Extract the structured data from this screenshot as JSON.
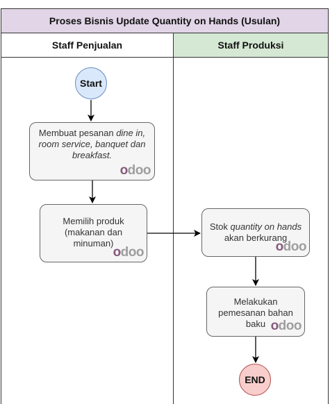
{
  "title": "Proses Bisnis Update Quantity on Hands (Usulan)",
  "lanes": {
    "left": "Staff Penjualan",
    "right": "Staff Produksi"
  },
  "nodes": {
    "start": "Start",
    "end": "END",
    "p1": {
      "line1_a": "Membuat pesanan ",
      "line1_b": "dine in,",
      "line2": "room service, banquet dan",
      "line3": "breakfast."
    },
    "p2": {
      "line1": "Memilih produk",
      "line2": "(makanan dan",
      "line3": "minuman)"
    },
    "p3": {
      "line1_a": "Stok ",
      "line1_b": "quantity on hands",
      "line2": "akan berkurang"
    },
    "p4": {
      "line1": "Melakukan",
      "line2": "pemesanan bahan",
      "line3": "baku"
    }
  },
  "logo": {
    "first": "o",
    "rest": "doo"
  },
  "colors": {
    "title_bg": "#e1d5e7",
    "right_lane_bg": "#d5e8d4",
    "start_fill": "#dae8fc",
    "start_stroke": "#6c8ebf",
    "end_fill": "#f8cecc",
    "end_stroke": "#b85450",
    "process_fill": "#f5f5f5",
    "logo_accent": "#875a7b"
  }
}
